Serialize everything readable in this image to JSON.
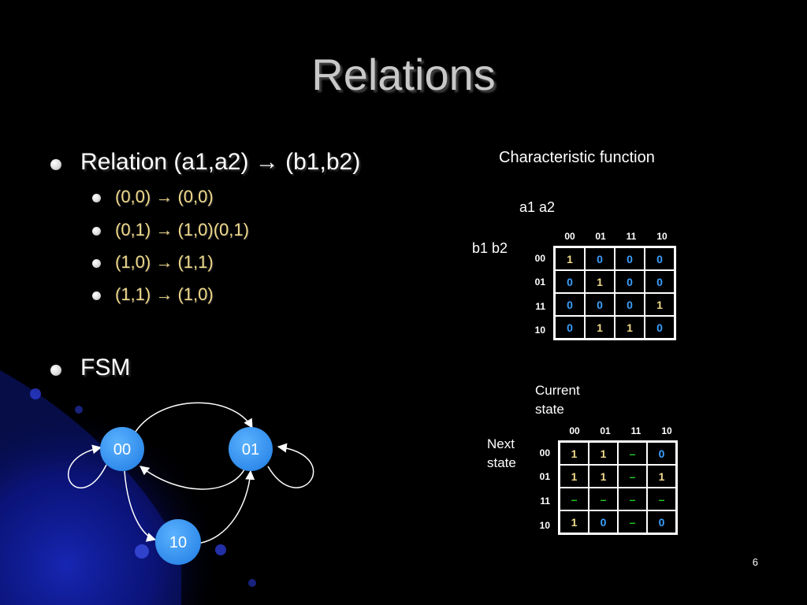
{
  "slide": {
    "title": "Relations",
    "page_number": "6"
  },
  "left": {
    "relation_heading": "Relation (a1,a2) → (b1,b2)",
    "relation_items": [
      "(0,0) → (0,0)",
      "(0,1) → (1,0)(0,1)",
      "(1,0) → (1,1)",
      "(1,1) → (1,0)"
    ],
    "fsm_heading": "FSM"
  },
  "characteristic": {
    "title": "Characteristic function",
    "col_var_label": "a1 a2",
    "row_var_label": "b1 b2",
    "col_headers": [
      "00",
      "01",
      "11",
      "10"
    ],
    "row_headers": [
      "00",
      "01",
      "11",
      "10"
    ],
    "cells": [
      [
        "1",
        "0",
        "0",
        "0"
      ],
      [
        "0",
        "1",
        "0",
        "0"
      ],
      [
        "0",
        "0",
        "0",
        "1"
      ],
      [
        "0",
        "1",
        "1",
        "0"
      ]
    ]
  },
  "next_state": {
    "col_var_label_line1": "Current",
    "col_var_label_line2": "state",
    "row_var_label_line1": "Next",
    "row_var_label_line2": "state",
    "col_headers": [
      "00",
      "01",
      "11",
      "10"
    ],
    "row_headers": [
      "00",
      "01",
      "11",
      "10"
    ],
    "cells": [
      [
        "1",
        "1",
        "–",
        "0"
      ],
      [
        "1",
        "1",
        "–",
        "1"
      ],
      [
        "–",
        "–",
        "–",
        "–"
      ],
      [
        "1",
        "0",
        "–",
        "0"
      ]
    ]
  },
  "fsm": {
    "states": [
      "00",
      "01",
      "10"
    ]
  },
  "colors": {
    "one": "#f0d98a",
    "zero": "#3aa0ff",
    "dash": "#22cc22",
    "node_fill": "#3b9cf5",
    "title": "#c8c8c8"
  }
}
